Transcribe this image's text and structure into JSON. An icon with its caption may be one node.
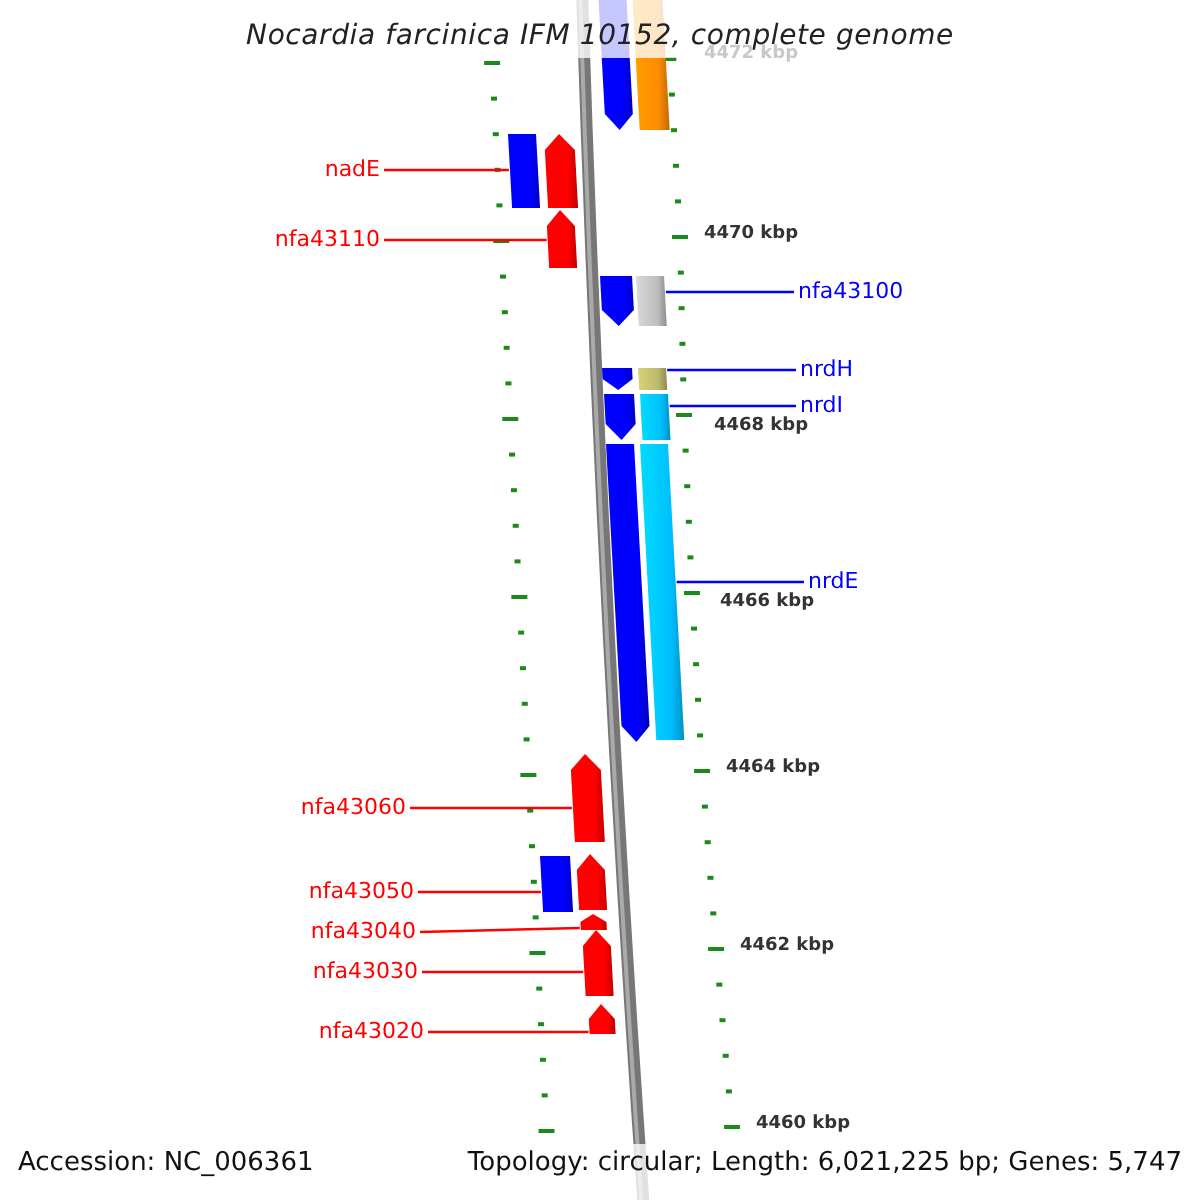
{
  "diagram": {
    "title": "Nocardia farcinica IFM 10152, complete genome",
    "nodes": [
      {
        "text": [
          "nadE"
        ]
      },
      {
        "text": [
          "nfa43110"
        ]
      },
      {
        "text": [
          "nfa43100"
        ]
      },
      {
        "text": [
          "nrdH"
        ]
      },
      {
        "text": [
          "nrdI"
        ]
      },
      {
        "text": [
          "nrdE"
        ]
      },
      {
        "text": [
          "nfa43060"
        ]
      },
      {
        "text": [
          "nfa43050"
        ]
      },
      {
        "text": [
          "nfa43040"
        ]
      },
      {
        "text": [
          "nfa43030"
        ]
      },
      {
        "text": [
          "nfa43020"
        ]
      },
      {
        "text": [],
        "shape": "pentagon"
      },
      {
        "text": [],
        "shape": "box"
      },
      {
        "text": [],
        "shape": "box"
      },
      {
        "text": [],
        "shape": "pentagon"
      },
      {
        "text": [],
        "shape": "pentagon"
      },
      {
        "text": [],
        "shape": "pentagon"
      },
      {
        "text": [],
        "shape": "box"
      },
      {
        "text": [],
        "shape": "pentagon"
      },
      {
        "text": [],
        "shape": "box"
      },
      {
        "text": [],
        "shape": "pentagon"
      },
      {
        "text": [],
        "shape": "box"
      },
      {
        "text": [],
        "shape": "pentagon"
      },
      {
        "text": [],
        "shape": "box"
      },
      {
        "text": [],
        "shape": "pentagon"
      },
      {
        "text": [],
        "shape": "box"
      },
      {
        "text": [],
        "shape": "pentagon"
      },
      {
        "text": [],
        "shape": "pentagon"
      },
      {
        "text": [],
        "shape": "pentagon"
      },
      {
        "text": [],
        "shape": "pentagon"
      }
    ],
    "edges": [
      {
        "from": 0,
        "to": 13,
        "arrow": "none"
      },
      {
        "from": 1,
        "to": 15,
        "arrow": "none"
      },
      {
        "from": 2,
        "to": 17,
        "arrow": "none",
        "color": "#0000ff"
      },
      {
        "from": 3,
        "to": 19,
        "arrow": "none",
        "color": "#0000ff"
      },
      {
        "from": 4,
        "to": 21,
        "arrow": "none",
        "color": "#0000ff"
      },
      {
        "from": 5,
        "to": 23,
        "arrow": "none",
        "color": "#0000ff"
      },
      {
        "from": 6,
        "to": 24,
        "arrow": "none"
      },
      {
        "from": 7,
        "to": 25,
        "arrow": "none"
      },
      {
        "from": 8,
        "to": 27,
        "arrow": "none"
      },
      {
        "from": 9,
        "to": 28,
        "arrow": "none"
      },
      {
        "from": 10,
        "to": 29,
        "arrow": "none"
      }
    ],
    "labels": [
      "4472 kbp",
      "4470 kbp",
      "4468 kbp",
      "4466 kbp",
      "4464 kbp",
      "4462 kbp",
      "4460 kbp",
      "Accession: NC_006361",
      "Topology: circular; Length: 6,021,225 bp; Genes: 5,747"
    ]
  }
}
